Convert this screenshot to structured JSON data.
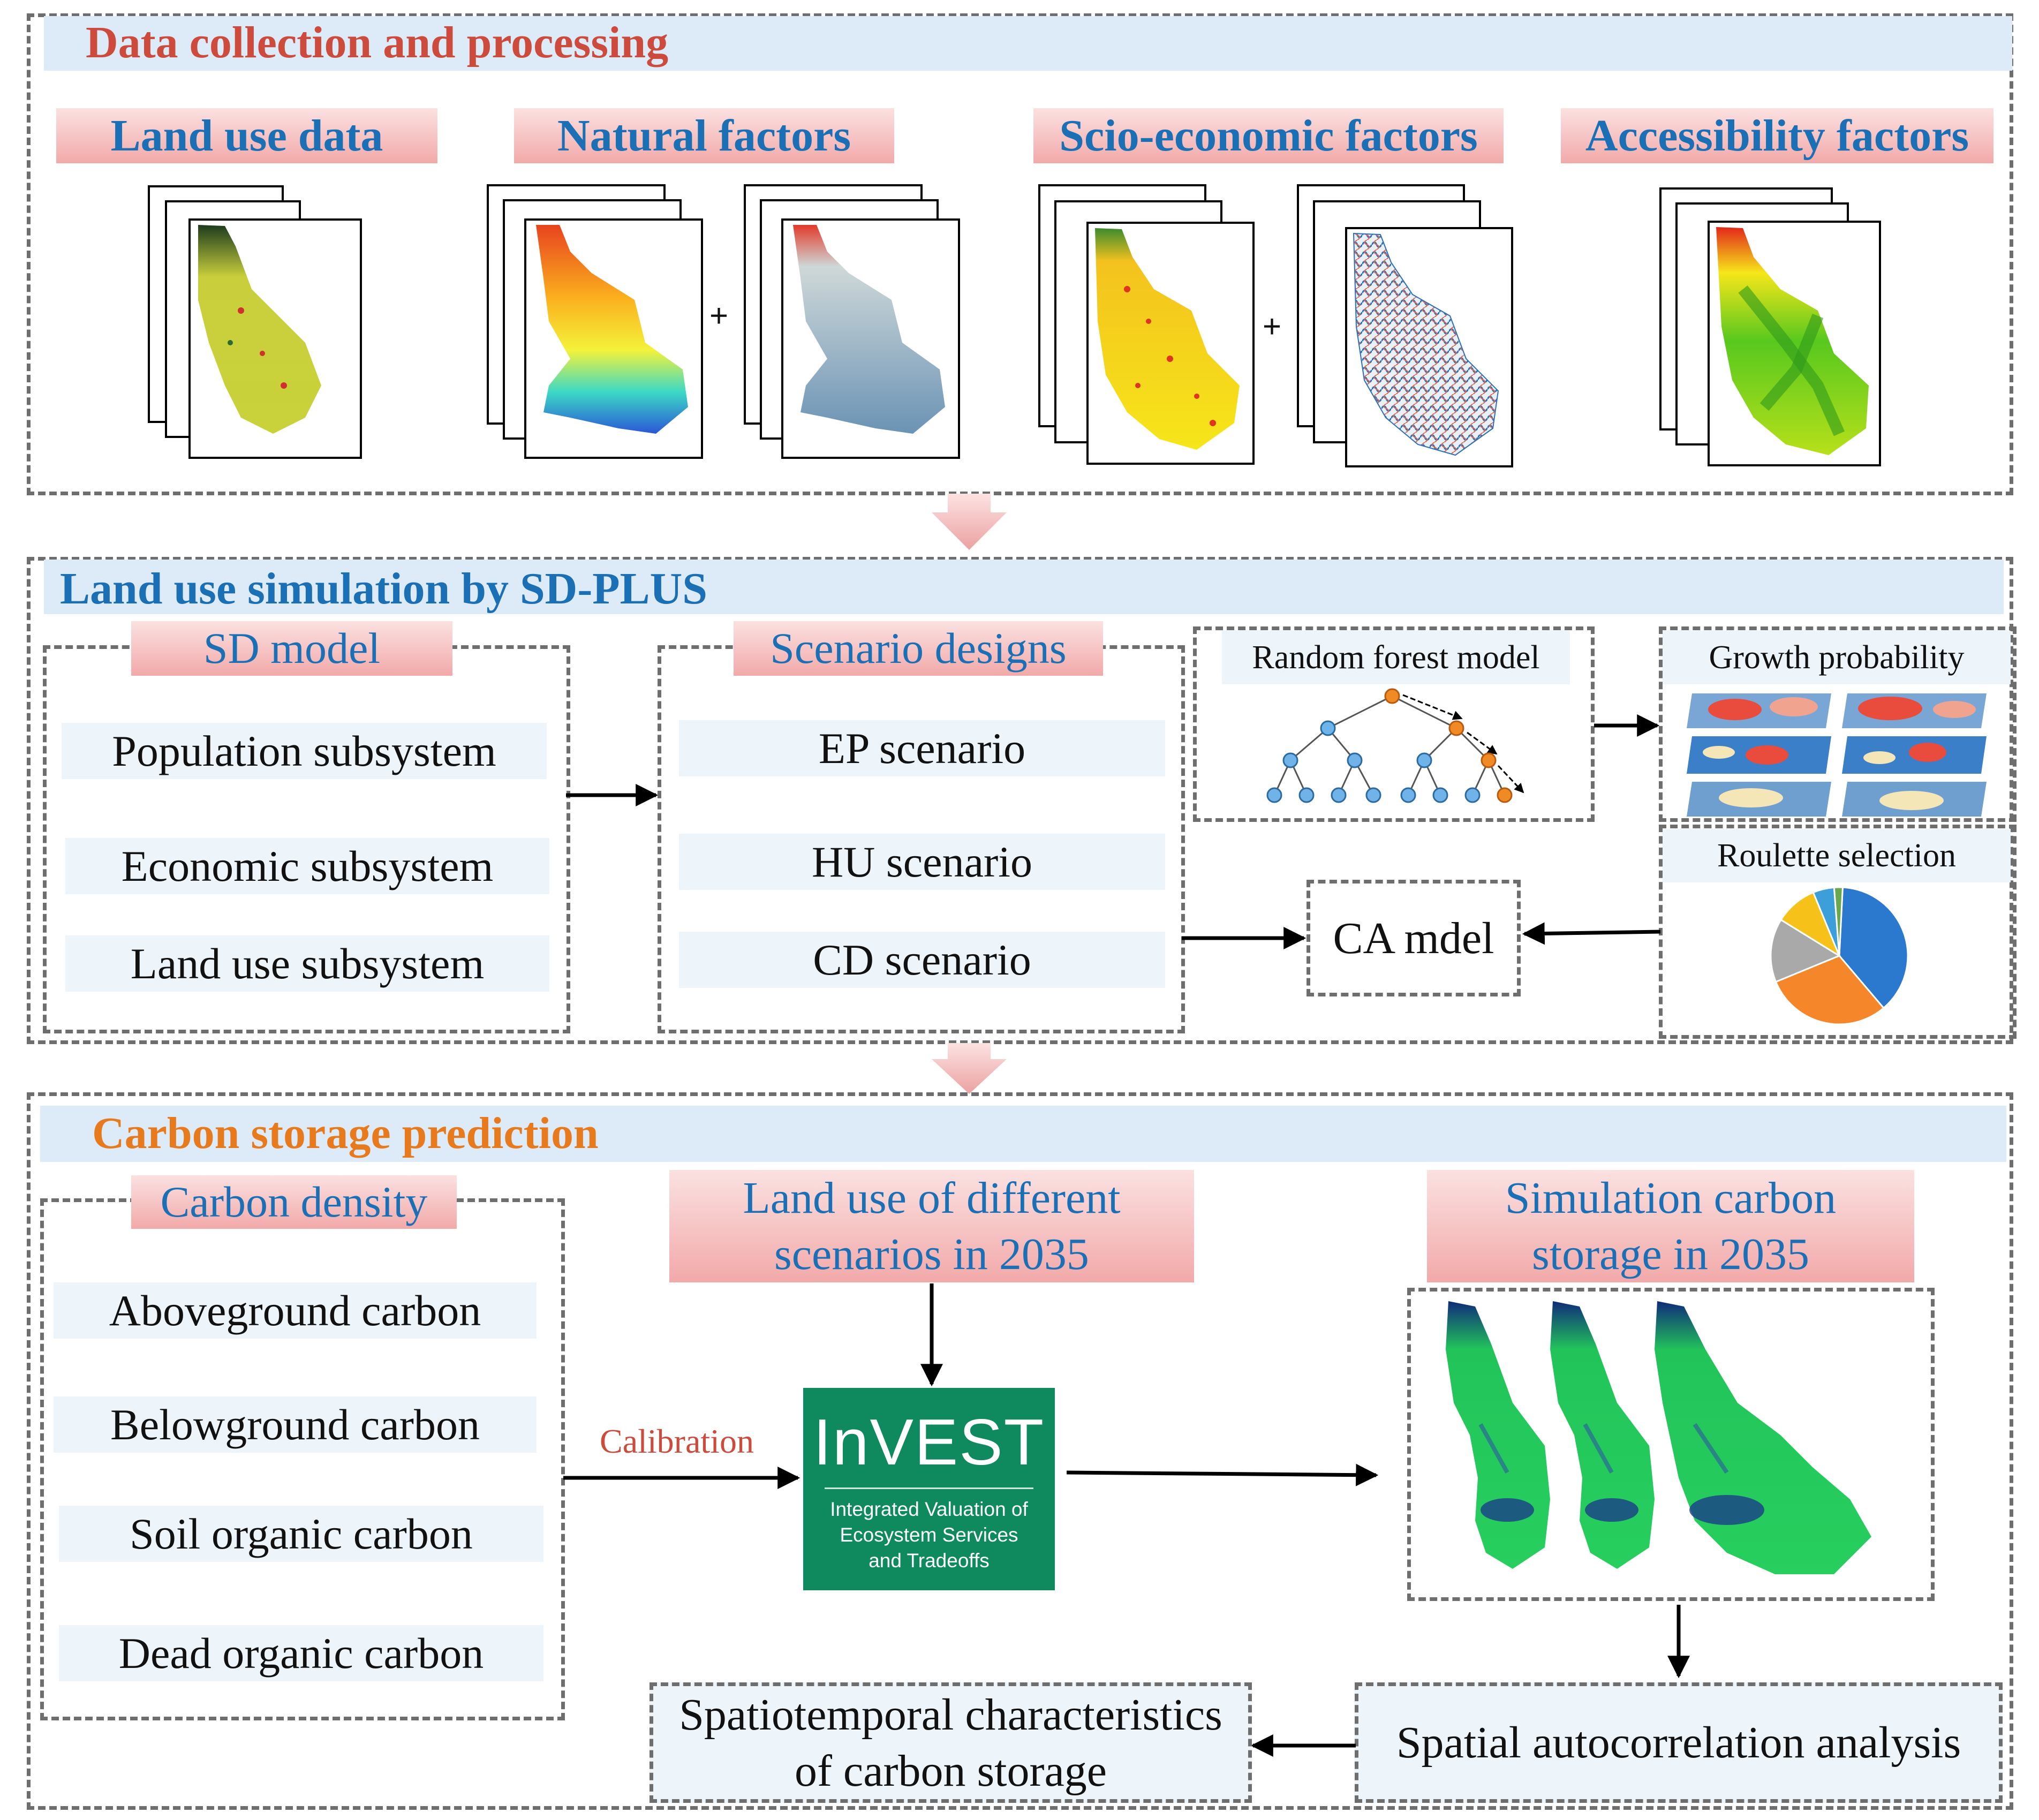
{
  "sections": {
    "data": {
      "title": "Data collection and processing",
      "title_color": "#cc4b3c"
    },
    "simulation": {
      "title": "Land use simulation by SD-PLUS",
      "title_color": "#1a6fb5"
    },
    "carbon": {
      "title": "Carbon storage prediction",
      "title_color": "#e87a1e"
    }
  },
  "data_categories": [
    "Land use data",
    "Natural factors",
    "Scio-economic factors",
    "Accessibility factors"
  ],
  "plus_sign": "+",
  "sd_model": {
    "title": "SD model",
    "items": [
      "Population subsystem",
      "Economic subsystem",
      "Land use subsystem"
    ]
  },
  "scenarios": {
    "title": "Scenario designs",
    "items": [
      "EP scenario",
      "HU scenario",
      "CD scenario"
    ]
  },
  "random_forest": {
    "label": "Random forest model"
  },
  "growth_probability": {
    "label": "Growth probability"
  },
  "roulette": {
    "label": "Roulette selection",
    "slices": [
      {
        "value": 38,
        "color": "#2b78cf"
      },
      {
        "value": 30,
        "color": "#f5862a"
      },
      {
        "value": 15,
        "color": "#a9a9a9"
      },
      {
        "value": 10,
        "color": "#f6c21a"
      },
      {
        "value": 5,
        "color": "#3c9fd9"
      },
      {
        "value": 2,
        "color": "#6aa84f"
      }
    ]
  },
  "ca_model": {
    "label": "CA mdel"
  },
  "carbon_density": {
    "title": "Carbon density",
    "items": [
      "Aboveground carbon",
      "Belowground carbon",
      "Soil organic carbon",
      "Dead organic carbon"
    ]
  },
  "calibration_label": "Calibration",
  "land_use_scenarios": {
    "line1": "Land use of different",
    "line2": "scenarios in 2035"
  },
  "invest": {
    "name": "InVEST",
    "line1": "Integrated Valuation of",
    "line2": "Ecosystem Services",
    "line3": "and Tradeoffs",
    "color": "#0f8a5f"
  },
  "simulation_carbon": {
    "line1": "Simulation carbon",
    "line2": "storage in 2035"
  },
  "spatial_autocorrelation": {
    "label": "Spatial autocorrelation analysis"
  },
  "spatiotemporal": {
    "line1": "Spatiotemporal characteristics",
    "line2": "of carbon storage"
  }
}
